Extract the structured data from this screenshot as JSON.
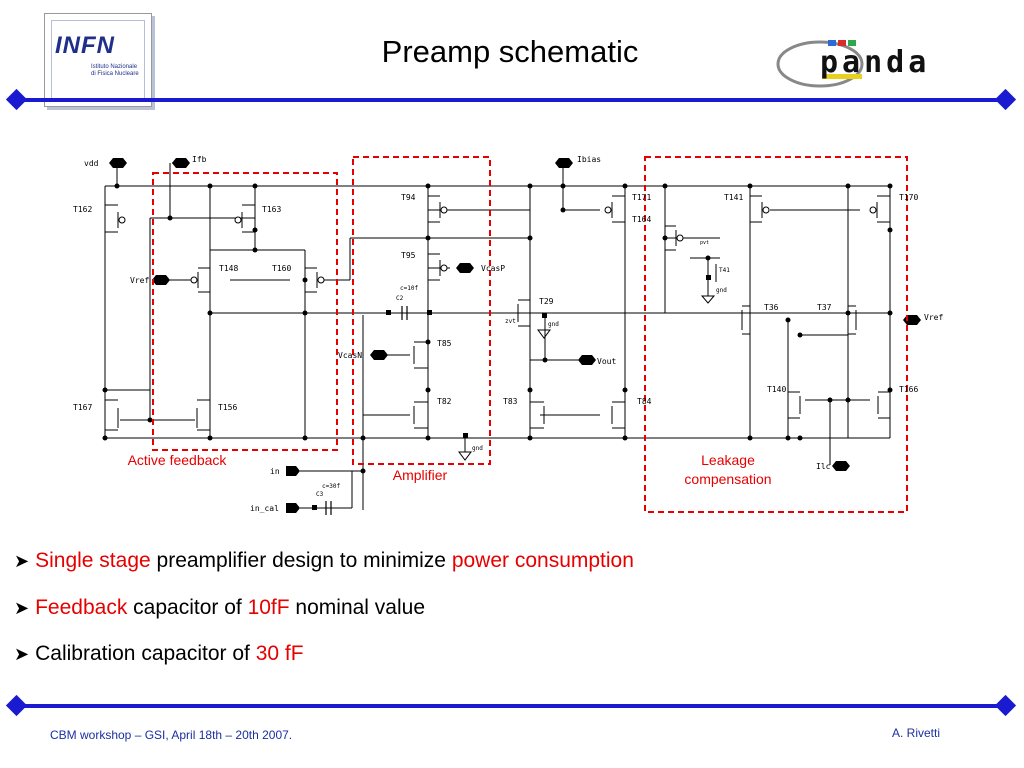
{
  "header": {
    "title": "Preamp schematic",
    "infn_logo": {
      "word": "INFN",
      "subtitle": "Istituto Nazionale di Fisica Nucleare"
    },
    "panda_logo": {
      "word": "panda"
    }
  },
  "schematic": {
    "regions": {
      "active_feedback": "Active feedback",
      "amplifier": "Amplifier",
      "leakage_1": "Leakage",
      "leakage_2": "compensation"
    },
    "pins": {
      "vdd": "vdd",
      "ifb": "Ifb",
      "ibias": "Ibias",
      "vref_left": "Vref",
      "vref_right": "Vref",
      "vcasp": "VcasP",
      "vcasn": "VcasN",
      "vout": "Vout",
      "in": "in",
      "in_cal": "in_cal",
      "ilc": "Ilc",
      "gnd": "gnd"
    },
    "transistors": {
      "t162": "T162",
      "t163": "T163",
      "t148": "T148",
      "t160": "T160",
      "t167": "T167",
      "t156": "T156",
      "t94": "T94",
      "t95": "T95",
      "t85": "T85",
      "t82": "T82",
      "t83": "T83",
      "t84": "T84",
      "t29": "T29",
      "t171": "T171",
      "t164": "T164",
      "t141": "T141",
      "t170": "T170",
      "t41": "T41",
      "t36": "T36",
      "t37": "T37",
      "t140": "T140",
      "t166": "T166"
    },
    "caps": {
      "c2": "C2",
      "c2_val": "c=10f",
      "c3": "C3",
      "c3_val": "c=30f"
    },
    "misc": {
      "zvt": "zvt",
      "pvt": "pvt"
    }
  },
  "bullets": [
    {
      "parts": [
        {
          "text": "Single stage",
          "red": true
        },
        {
          "text": " preamplifier design to minimize ",
          "red": false
        },
        {
          "text": "power consumption",
          "red": true
        }
      ]
    },
    {
      "parts": [
        {
          "text": "Feedback",
          "red": true
        },
        {
          "text": " capacitor of ",
          "red": false
        },
        {
          "text": "10fF",
          "red": true
        },
        {
          "text": " nominal value",
          "red": false
        }
      ]
    },
    {
      "parts": [
        {
          "text": "Calibration capacitor of ",
          "red": false
        },
        {
          "text": "30 fF",
          "red": true
        }
      ]
    }
  ],
  "footer": {
    "left": "CBM workshop – GSI, April 18th – 20th 2007.",
    "right": "A. Rivetti"
  },
  "colors": {
    "accent": "#1a1ad0",
    "highlight": "#e60000",
    "footer_text": "#1a2fa0"
  }
}
